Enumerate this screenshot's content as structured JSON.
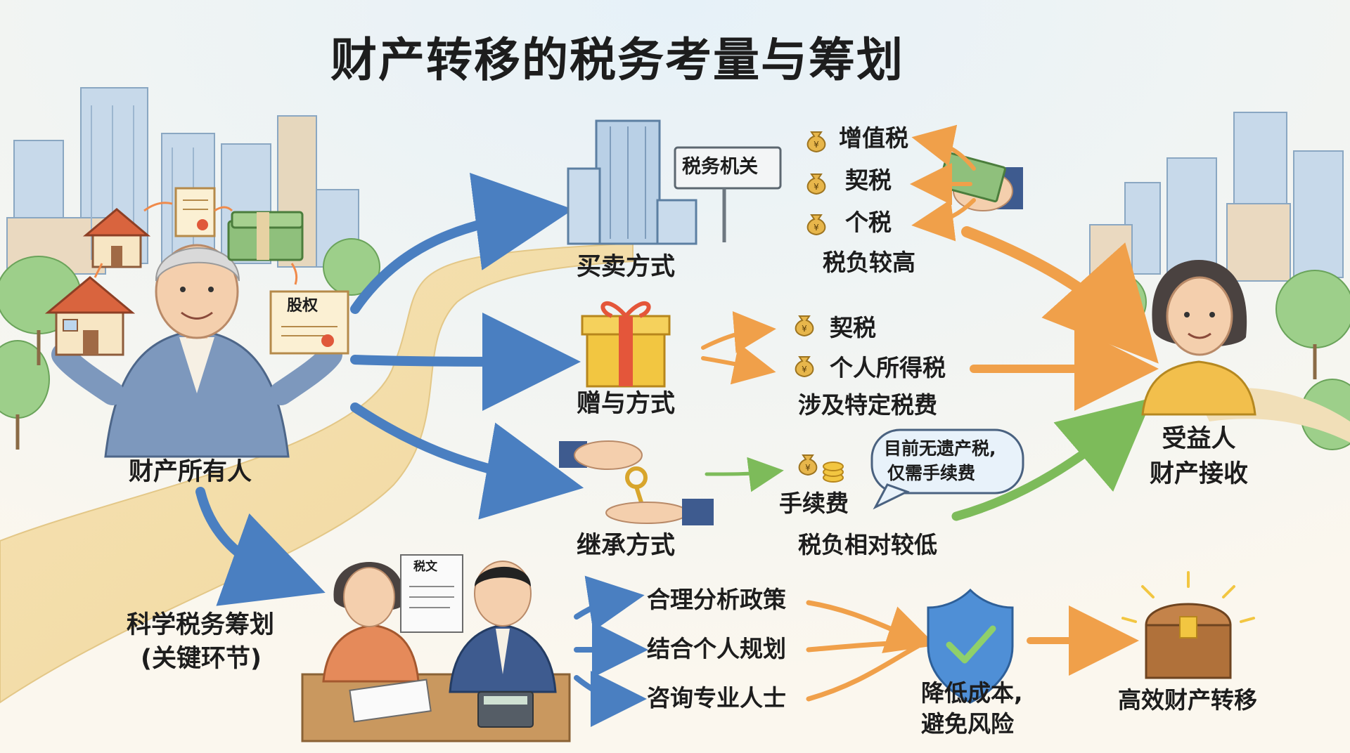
{
  "title": "财产转移的税务考量与筹划",
  "owner_label": "财产所有人",
  "equity_label": "股权",
  "tax_authority_sign": "税务机关",
  "sale": {
    "method": "买卖方式",
    "taxes": [
      "增值税",
      "契税",
      "个税"
    ],
    "burden": "税负较高"
  },
  "gift": {
    "method": "赠与方式",
    "taxes": [
      "契税",
      "个人所得税"
    ],
    "burden": "涉及特定税费"
  },
  "inherit": {
    "method": "继承方式",
    "tax": "手续费",
    "burden": "税负相对较低",
    "note_line1": "目前无遗产税,",
    "note_line2": "仅需手续费"
  },
  "beneficiary": {
    "line1": "受益人",
    "line2": "财产接收"
  },
  "planning": {
    "title": "科学税务筹划",
    "subtitle": "(关键环节)",
    "doc_label": "税文",
    "steps": [
      "合理分析政策",
      "结合个人规划",
      "咨询专业人士"
    ],
    "result_line1": "降低成本,",
    "result_line2": "避免风险",
    "final": "高效财产转移"
  },
  "colors": {
    "blue_arrow": "#4a7fc1",
    "orange_arrow": "#f0a04a",
    "green_arrow": "#7dbb5a",
    "shield": "#4f8fd6",
    "sky": "#dcebf5"
  },
  "icons": [
    "money-bag-icon",
    "house-icon",
    "certificate-icon",
    "cash-icon",
    "gift-icon",
    "key-icon",
    "shield-check-icon",
    "treasure-chest-icon",
    "building-icon",
    "calculator-icon"
  ]
}
